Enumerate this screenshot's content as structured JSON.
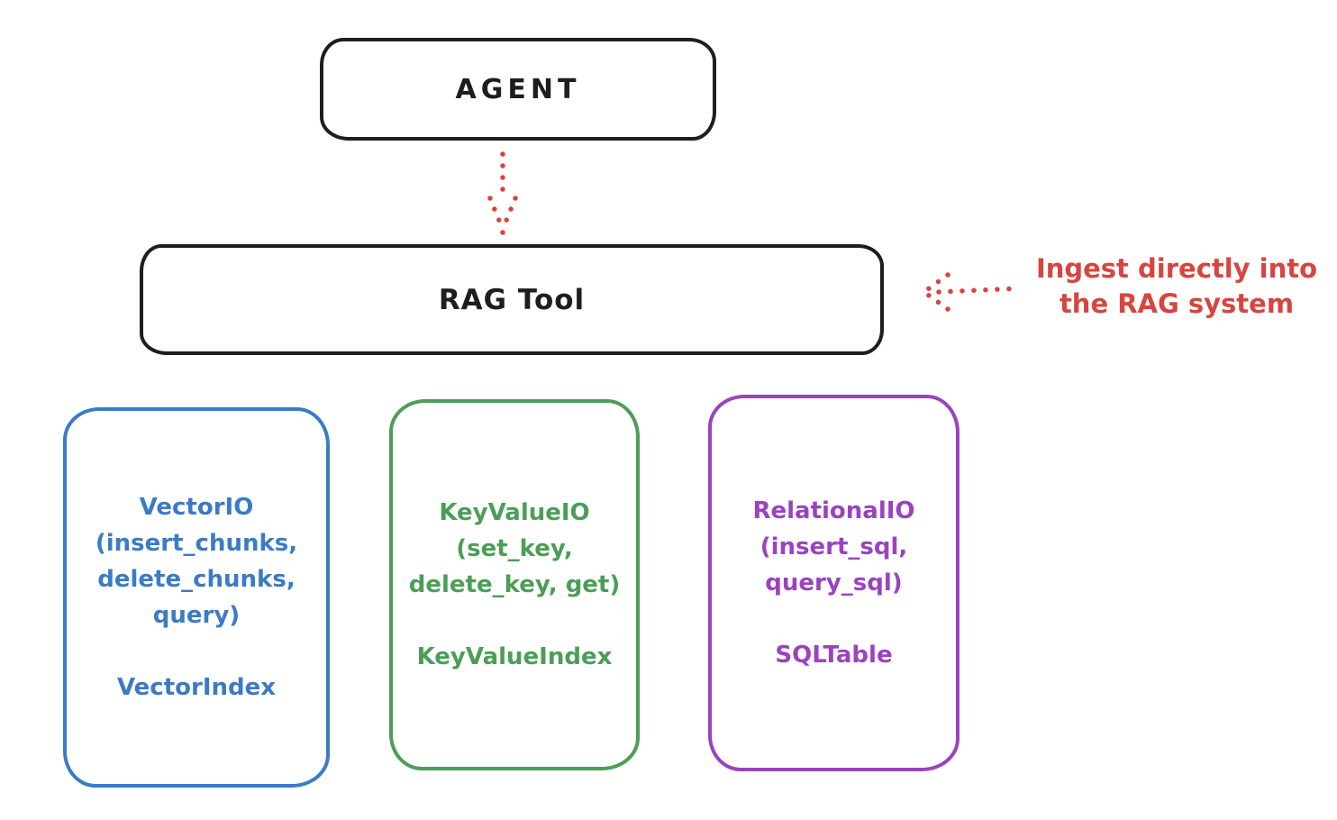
{
  "colors": {
    "ink": "#1e1e1e",
    "red": "#d64540",
    "blue": "#3b7bc4",
    "green": "#4b9e57",
    "purple": "#9b42c0",
    "background": "#ffffff"
  },
  "agent": {
    "label": "AGENT"
  },
  "rag_tool": {
    "label": "RAG Tool"
  },
  "annotation": {
    "line1": "Ingest directly into",
    "line2": "the RAG system"
  },
  "backends": [
    {
      "name": "vector-io",
      "color": "#3b7bc4",
      "lines": [
        "VectorIO",
        "(insert_chunks,",
        "delete_chunks,",
        "query)"
      ],
      "index_label": "VectorIndex"
    },
    {
      "name": "key-value-io",
      "color": "#4b9e57",
      "lines": [
        "KeyValueIO",
        "(set_key,",
        "delete_key, get)"
      ],
      "index_label": "KeyValueIndex"
    },
    {
      "name": "relational-io",
      "color": "#9b42c0",
      "lines": [
        "RelationalIO",
        "(insert_sql,",
        "query_sql)"
      ],
      "index_label": "SQLTable"
    }
  ]
}
